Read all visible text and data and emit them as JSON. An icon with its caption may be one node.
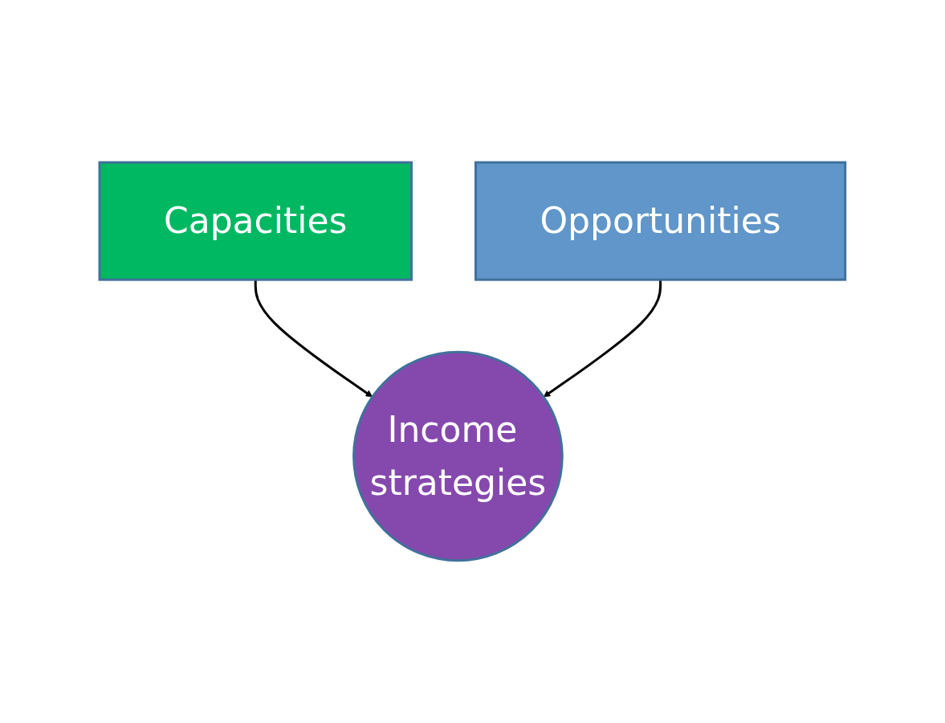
{
  "diagram": {
    "nodes": [
      {
        "text": [
          "Capacities"
        ]
      },
      {
        "text": [
          "Opportunities"
        ]
      },
      {
        "text": [
          "Income strategies"
        ]
      }
    ],
    "edges": [
      {
        "from": 0,
        "to": 2,
        "arrow": "to"
      },
      {
        "from": 1,
        "to": 2,
        "arrow": "to"
      }
    ]
  }
}
